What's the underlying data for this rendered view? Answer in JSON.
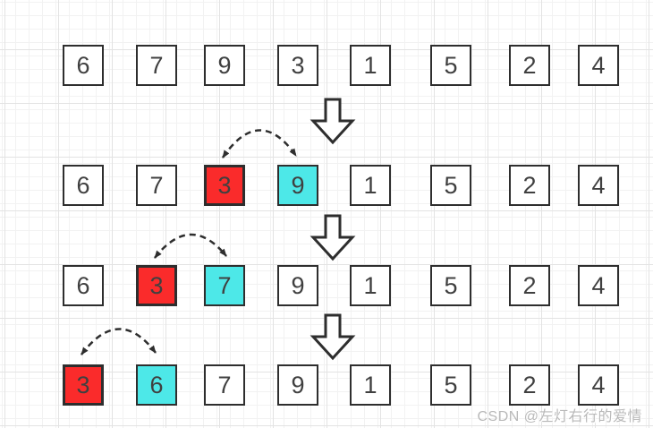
{
  "colors": {
    "swap_red": "#fa2b2b",
    "swap_cyan": "#4de8e8",
    "box_border": "#2e2e2e",
    "number_text": "#404040",
    "arrow_stroke": "#2e2e2e",
    "grid_minor": "#f2f2f2",
    "grid_major": "#e3e3e3",
    "watermark_text_color": "#b9b9b9"
  },
  "icons": {
    "down-arrow-icon": "hollow block arrow pointing down",
    "swap-arc-icon": "dashed curved arc with arrowheads on both ends"
  },
  "rows": [
    {
      "cells": [
        {
          "value": "6",
          "highlight": "none"
        },
        {
          "value": "7",
          "highlight": "none"
        },
        {
          "value": "9",
          "highlight": "none"
        },
        {
          "value": "3",
          "highlight": "none"
        },
        {
          "value": "1",
          "highlight": "none"
        },
        {
          "value": "5",
          "highlight": "none"
        },
        {
          "value": "2",
          "highlight": "none"
        },
        {
          "value": "4",
          "highlight": "none"
        }
      ]
    },
    {
      "cells": [
        {
          "value": "6",
          "highlight": "none"
        },
        {
          "value": "7",
          "highlight": "none"
        },
        {
          "value": "3",
          "highlight": "red"
        },
        {
          "value": "9",
          "highlight": "cyan"
        },
        {
          "value": "1",
          "highlight": "none"
        },
        {
          "value": "5",
          "highlight": "none"
        },
        {
          "value": "2",
          "highlight": "none"
        },
        {
          "value": "4",
          "highlight": "none"
        }
      ]
    },
    {
      "cells": [
        {
          "value": "6",
          "highlight": "none"
        },
        {
          "value": "3",
          "highlight": "red"
        },
        {
          "value": "7",
          "highlight": "cyan"
        },
        {
          "value": "9",
          "highlight": "none"
        },
        {
          "value": "1",
          "highlight": "none"
        },
        {
          "value": "5",
          "highlight": "none"
        },
        {
          "value": "2",
          "highlight": "none"
        },
        {
          "value": "4",
          "highlight": "none"
        }
      ]
    },
    {
      "cells": [
        {
          "value": "3",
          "highlight": "red"
        },
        {
          "value": "6",
          "highlight": "cyan"
        },
        {
          "value": "7",
          "highlight": "none"
        },
        {
          "value": "9",
          "highlight": "none"
        },
        {
          "value": "1",
          "highlight": "none"
        },
        {
          "value": "5",
          "highlight": "none"
        },
        {
          "value": "2",
          "highlight": "none"
        },
        {
          "value": "4",
          "highlight": "none"
        }
      ]
    }
  ],
  "watermark": {
    "text": "CSDN @左灯右行的爱情"
  }
}
